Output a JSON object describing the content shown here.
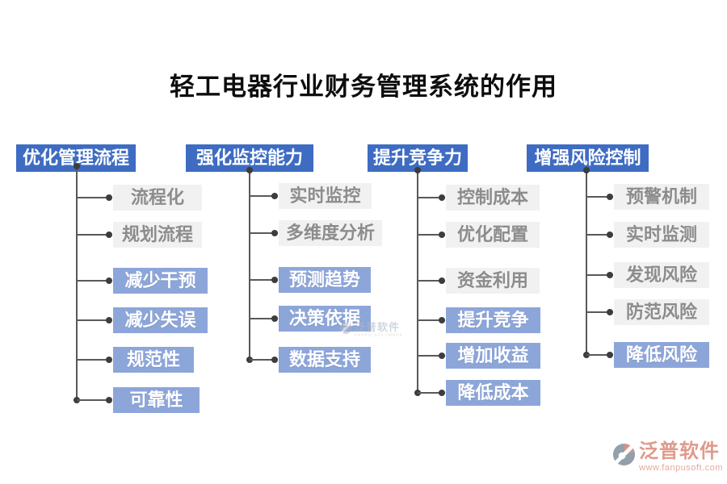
{
  "page": {
    "title": "轻工电器行业财务管理系统的作用"
  },
  "tree": {
    "columns": [
      {
        "header": "优化管理流程",
        "items": [
          {
            "label": "流程化",
            "variant": "gray"
          },
          {
            "label": "规划流程",
            "variant": "gray"
          },
          {
            "label": "减少干预",
            "variant": "blue"
          },
          {
            "label": "减少失误",
            "variant": "blue"
          },
          {
            "label": "规范性",
            "variant": "blue"
          },
          {
            "label": "可靠性",
            "variant": "blue"
          }
        ]
      },
      {
        "header": "强化监控能力",
        "items": [
          {
            "label": "实时监控",
            "variant": "gray"
          },
          {
            "label": "多维度分析",
            "variant": "gray"
          },
          {
            "label": "预测趋势",
            "variant": "blue"
          },
          {
            "label": "决策依据",
            "variant": "blue"
          },
          {
            "label": "数据支持",
            "variant": "blue"
          }
        ]
      },
      {
        "header": "提升竞争力",
        "items": [
          {
            "label": "控制成本",
            "variant": "gray"
          },
          {
            "label": "优化配置",
            "variant": "gray"
          },
          {
            "label": "资金利用",
            "variant": "gray"
          },
          {
            "label": "提升竞争",
            "variant": "blue"
          },
          {
            "label": "增加收益",
            "variant": "blue"
          },
          {
            "label": "降低成本",
            "variant": "blue"
          }
        ]
      },
      {
        "header": "增强风险控制",
        "items": [
          {
            "label": "预警机制",
            "variant": "gray"
          },
          {
            "label": "实时监测",
            "variant": "gray"
          },
          {
            "label": "发现风险",
            "variant": "gray"
          },
          {
            "label": "防范风险",
            "variant": "gray"
          },
          {
            "label": "降低风险",
            "variant": "blue"
          }
        ]
      }
    ]
  },
  "watermark": {
    "brand": "泛普软件",
    "sub": "FANPU SOFTWARE"
  },
  "footer": {
    "brand": "泛普软件",
    "url": "www.fanpusoft.com"
  },
  "colors": {
    "headerBg": "#3e6cc2",
    "itemBlueBg": "#8da6da",
    "itemGrayBg": "#f1f1f1",
    "itemGrayText": "#8c8c8c",
    "line": "#595959",
    "dot": "#3d3d3d",
    "title": "#0d0d0d",
    "footerBrand": "#df9a8c",
    "footerUrl": "#e5a99c"
  }
}
